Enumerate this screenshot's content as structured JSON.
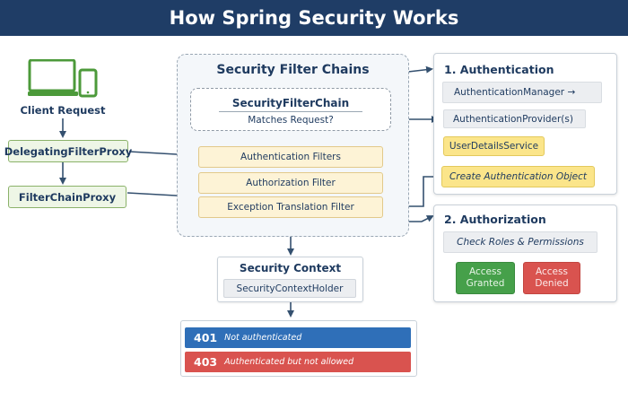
{
  "title": "How Spring Security Works",
  "client": {
    "label": "Client Request",
    "delegating": "DelegatingFilterProxy",
    "filter_chain_proxy": "FilterChainProxy"
  },
  "chains": {
    "title": "Security Filter Chains",
    "inner_title": "SecurityFilterChain",
    "inner_sub": "Matches Request?",
    "filters": [
      "Authentication Filters",
      "Authorization Filter",
      "Exception Translation Filter"
    ]
  },
  "authentication": {
    "title": "1. Authentication",
    "manager": "AuthenticationManager →",
    "provider": "AuthenticationProvider(s)",
    "user_details": "UserDetailsService",
    "create": "Create Authentication Object"
  },
  "authorization": {
    "title": "2. Authorization",
    "check": "Check Roles & Permissions",
    "granted": "Access Granted",
    "denied": "Access Denied"
  },
  "context": {
    "title": "Security Context",
    "holder": "SecurityContextHolder"
  },
  "errors": [
    {
      "code": "401",
      "message": "Not authenticated"
    },
    {
      "code": "403",
      "message": "Authenticated but not allowed"
    }
  ],
  "colors": {
    "header": "#1f3d66",
    "arrow": "#34506f",
    "green_btn": "#46a04a",
    "red_btn": "#d9534f",
    "blue_bar": "#2f6fb8",
    "yellow": "#fbe58a"
  }
}
